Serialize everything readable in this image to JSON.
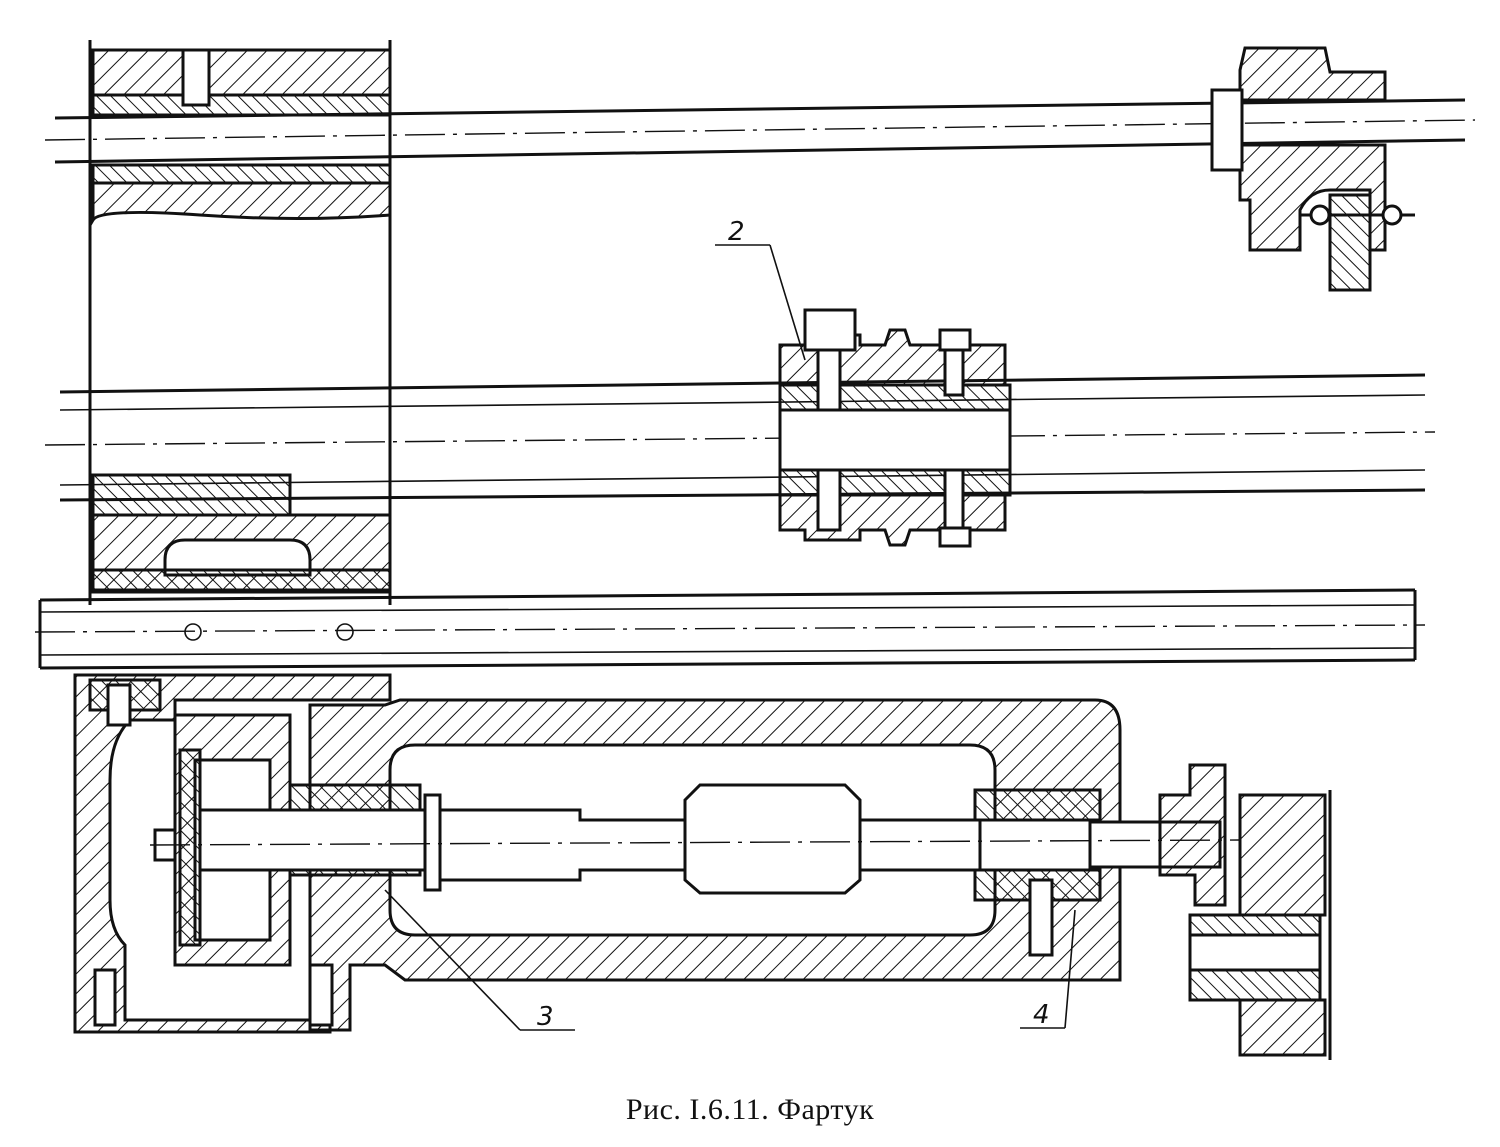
{
  "figure": {
    "caption": "Рис. I.6.11. Фартук",
    "labels": [
      "2",
      "3",
      "4"
    ]
  }
}
